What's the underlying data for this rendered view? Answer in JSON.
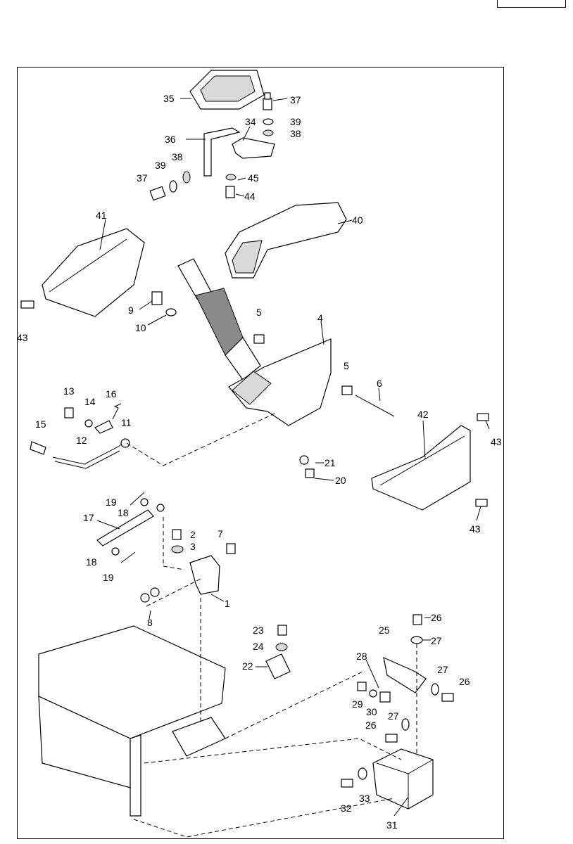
{
  "diagram": {
    "type": "exploded-parts-view",
    "callouts": {
      "c35": "35",
      "c37a": "37",
      "c39a": "39",
      "c38a": "38",
      "c34": "34",
      "c36": "36",
      "c38b": "38",
      "c39b": "39",
      "c37b": "37",
      "c45": "45",
      "c44": "44",
      "c41": "41",
      "c40": "40",
      "c43a": "43",
      "c9": "9",
      "c10": "10",
      "c5a": "5",
      "c4": "4",
      "c5b": "5",
      "c6": "6",
      "c13": "13",
      "c14": "14",
      "c16": "16",
      "c15": "15",
      "c12": "12",
      "c11": "11",
      "c42": "42",
      "c43b": "43",
      "c21": "21",
      "c20": "20",
      "c43c": "43",
      "c19a": "19",
      "c18a": "18",
      "c17": "17",
      "c2": "2",
      "c7": "7",
      "c3": "3",
      "c18b": "18",
      "c19b": "19",
      "c1": "1",
      "c8": "8",
      "c23": "23",
      "c24": "24",
      "c22": "22",
      "c26a": "26",
      "c25": "25",
      "c27a": "27",
      "c28": "28",
      "c27b": "27",
      "c26b": "26",
      "c29": "29",
      "c30": "30",
      "c27c": "27",
      "c26c": "26",
      "c32": "32",
      "c33": "33",
      "c31": "31"
    }
  }
}
